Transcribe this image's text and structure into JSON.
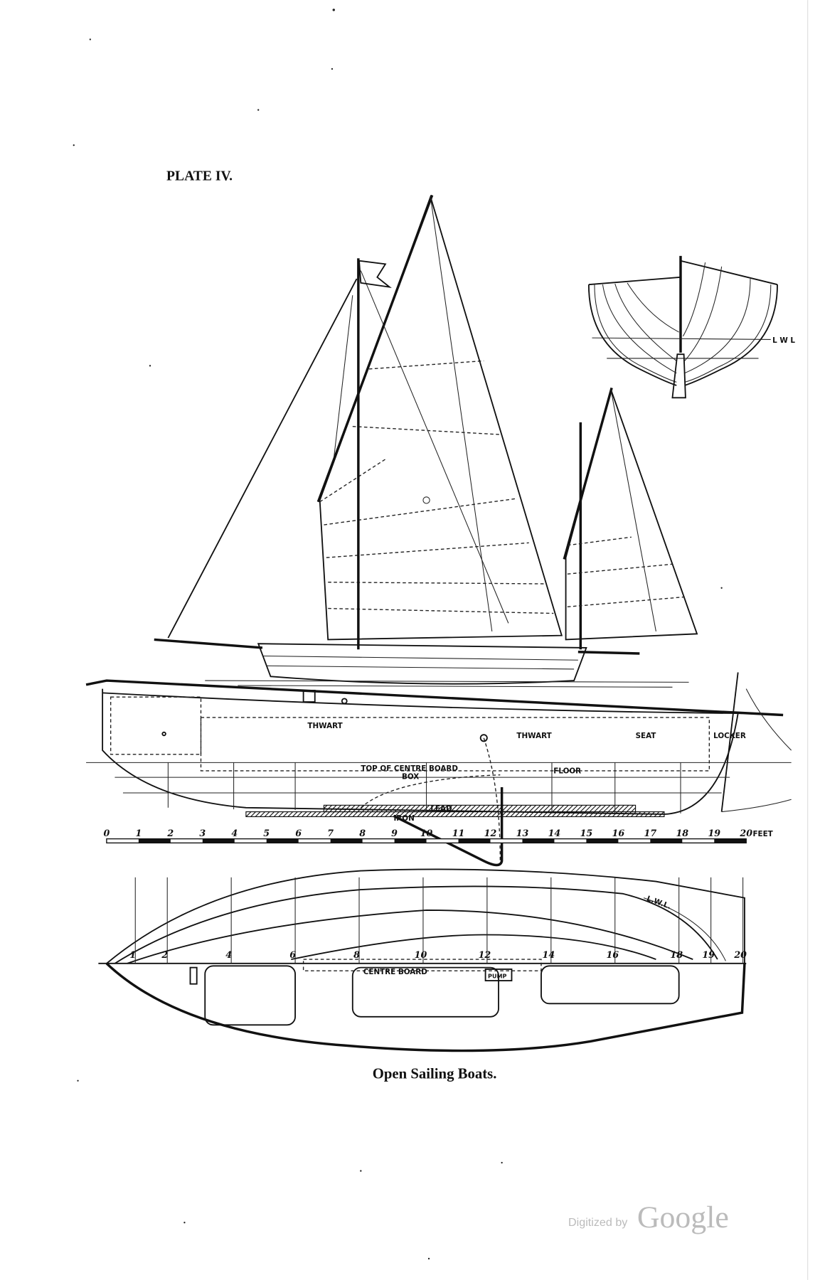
{
  "plate_title": "PLATE IV.",
  "caption": "Open Sailing Boats.",
  "watermark": {
    "prefix": "Digitized by",
    "brand": "Google"
  },
  "body_plan": {
    "lwl_label": "L W L"
  },
  "profile": {
    "labels": {
      "thwart_fwd": "THWART",
      "thwart_aft": "THWART",
      "seat": "SEAT",
      "locker": "LOCKER",
      "centre_board_box_1": "TOP OF CENTRE BOARD",
      "centre_board_box_2": "BOX",
      "floor": "FLOOR",
      "lead": "LEAD",
      "iron": "IRON"
    }
  },
  "scale": {
    "ticks": [
      "0",
      "1",
      "2",
      "3",
      "4",
      "5",
      "6",
      "7",
      "8",
      "9",
      "10",
      "11",
      "12",
      "13",
      "14",
      "15",
      "16",
      "17",
      "18",
      "19",
      "20"
    ],
    "unit": "FEET"
  },
  "plan": {
    "lwl_label": "L.W.L.",
    "stations": [
      "1",
      "2",
      "4",
      "6",
      "8",
      "10",
      "12",
      "14",
      "16",
      "18",
      "19",
      "20"
    ],
    "centre_board_label": "CENTRE BOARD",
    "pump_label": "PUMP"
  }
}
